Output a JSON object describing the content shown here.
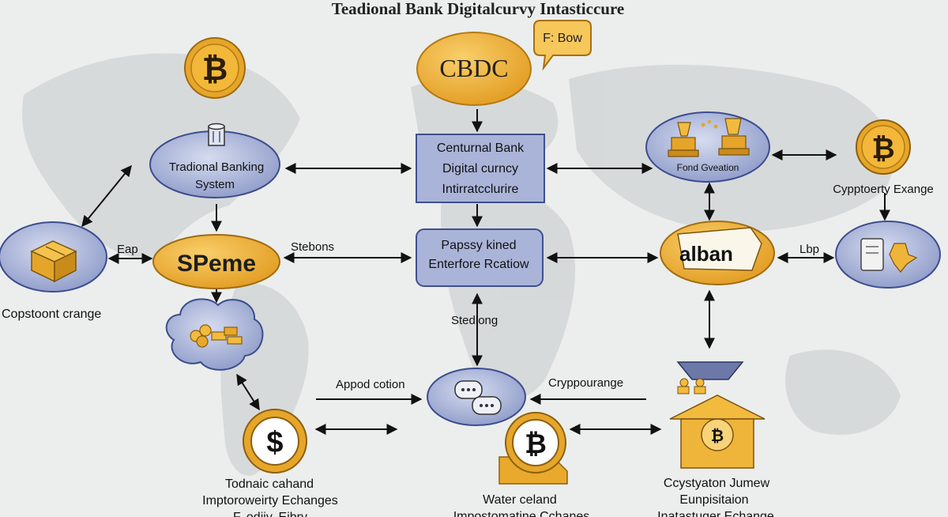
{
  "title": "Teadional Bank Digitalcurvy Intasticcure",
  "nodes": {
    "cbdc": "CBDC",
    "callout": "F: Bow",
    "central": [
      "Centurnal Bank",
      "Digital curncy",
      "Intirratcclurire"
    ],
    "traditional": [
      "Tradional Banking",
      "System"
    ],
    "fond": "Fond Gveation",
    "crypto_right": "Cypptoerty Exange",
    "speme": "SPeme",
    "papsy": [
      "Papssy kined",
      "Enterfore Rcatiow"
    ],
    "alban": "alban",
    "copstoont": "Copstoont crange",
    "todnaic": [
      "Todnaic cahand",
      "Imptoroweirty Echanges",
      "F. odiiy. Eibry"
    ],
    "water": [
      "Water celand",
      "Impostomatine Cchanes"
    ],
    "ccystyaton": [
      "Ccystyaton Jumew",
      "Eunpisitaion",
      "Inatastuger Echange"
    ]
  },
  "edge_labels": {
    "eap": "Eap",
    "stebons": "Stebons",
    "lbp": "Lbp",
    "stedlong": "Stedlong",
    "appod": "Appod cotion",
    "crypp": "Cryppourange"
  },
  "colors": {
    "bubble_fill": "#a8b3d6",
    "bubble_stroke": "#3c4d8f",
    "gold": "#e9a92f",
    "gold_dark": "#b07815",
    "map": "#cfd2d3",
    "arrow": "#111111"
  },
  "icons": [
    "bitcoin-icon",
    "cylinder-icon",
    "box-icon",
    "trophy-icon",
    "coins-icon",
    "dollar-coin-icon",
    "chat-icon",
    "document-icon",
    "house-icon"
  ]
}
